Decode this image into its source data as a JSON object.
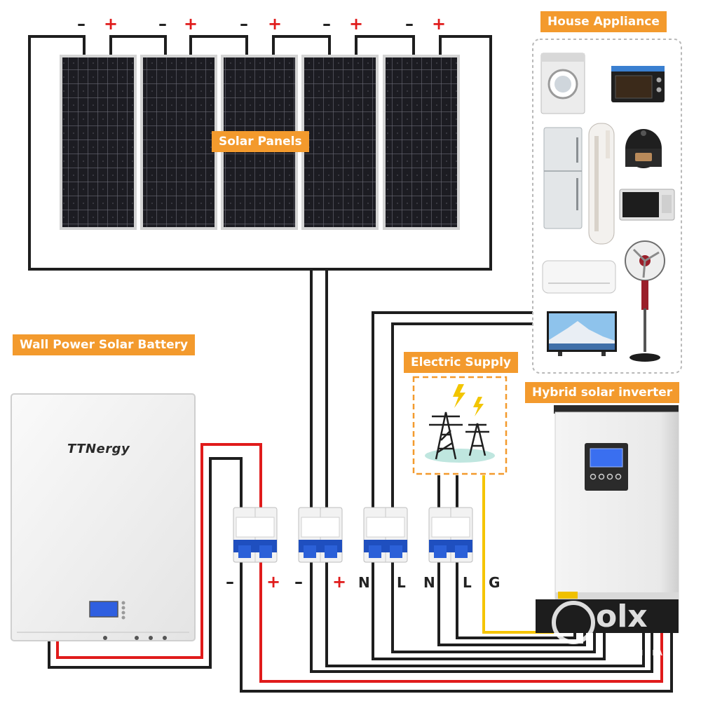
{
  "labels": {
    "house_appliance": "House Appliance",
    "solar_panels": "Solar Panels",
    "wall_battery": "Wall Power Solar Battery",
    "electric_supply": "Electric Supply",
    "hybrid_inverter": "Hybrid solar inverter"
  },
  "battery": {
    "brand": "TTNergy"
  },
  "panel_terminals": [
    "–",
    "+",
    "–",
    "+",
    "–",
    "+",
    "–",
    "+",
    "–",
    "+"
  ],
  "breaker_terminals": [
    "–",
    "+",
    "–",
    "+",
    "N",
    "L",
    "N",
    "L",
    "G"
  ],
  "watermark": {
    "logo": "olx",
    "sub": "INDIA"
  },
  "colors": {
    "tag_orange": "#f39a2d",
    "wire_dark": "#1e1e1e",
    "wire_red": "#e01b1b",
    "wire_yellow": "#f5c400",
    "breaker_blue": "#1f4fbf",
    "lcd_blue": "#2f5fe0"
  }
}
